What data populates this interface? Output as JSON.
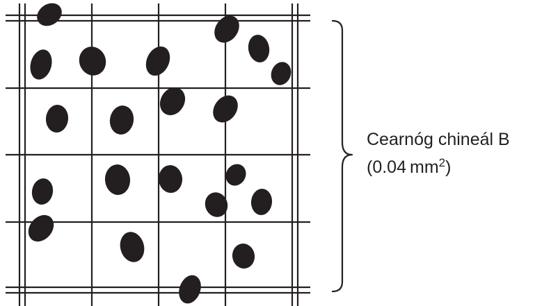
{
  "label": {
    "line1": "Cearnóg chineál B",
    "line2_prefix": "(0.04 mm",
    "line2_superscript": "2",
    "line2_suffix": ")"
  },
  "colors": {
    "ink": "#231f20",
    "background": "#ffffff"
  }
}
